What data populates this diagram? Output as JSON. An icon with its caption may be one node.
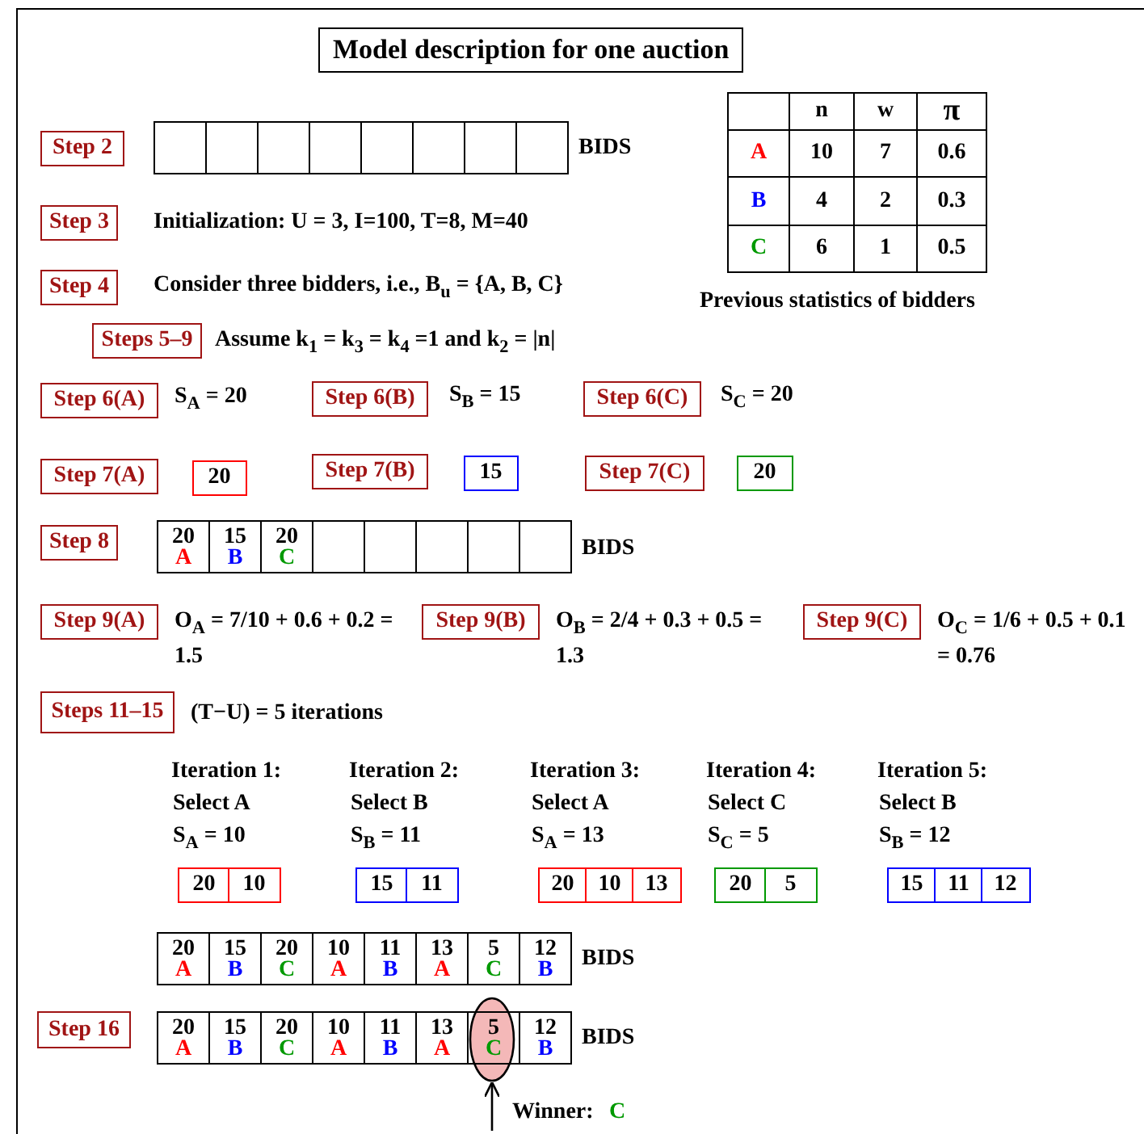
{
  "diagram": {
    "title": "Model description for one auction",
    "nodes": [
      {
        "text": [
          "Step 2"
        ]
      },
      {
        "text": [],
        "shape": "box"
      },
      {
        "text": [],
        "shape": "box"
      },
      {
        "text": [],
        "shape": "box"
      },
      {
        "text": [],
        "shape": "box"
      },
      {
        "text": [],
        "shape": "box"
      },
      {
        "text": [],
        "shape": "box"
      },
      {
        "text": [],
        "shape": "box"
      },
      {
        "text": [],
        "shape": "box"
      },
      {
        "text": [
          "Step 3"
        ],
        "beside": [
          "Initialization: U = 3, I=100, T=8, M=40"
        ]
      },
      {
        "text": [
          "Step 4"
        ],
        "beside": [
          "Consider three bidders, i.e., B$_{u}$ = {A, B, C}"
        ]
      },
      {
        "text": [
          "Steps 5–9"
        ],
        "beside": [
          "Assume k$_{1}$ = k$_{3}$ = k$_{4}$ =1 and k$_{2}$ = |n|"
        ]
      },
      {
        "text": [
          "Step 6(A)"
        ],
        "beside": [
          "S$_{A}$ = 20"
        ]
      },
      {
        "text": [
          "Step 6(B)"
        ],
        "beside": [
          "S$_{B}$ = 15"
        ]
      },
      {
        "text": [
          "Step 6(C)"
        ],
        "beside": [
          "S$_{C}$ = 20"
        ]
      },
      {
        "text": [
          "Step 7(A)"
        ]
      },
      {
        "text": [
          "20"
        ]
      },
      {
        "text": [
          "Step 7(B)"
        ]
      },
      {
        "text": [
          "15"
        ]
      },
      {
        "text": [
          "Step 7(C)"
        ]
      },
      {
        "text": [
          "20"
        ]
      },
      {
        "text": [
          "Step 8"
        ]
      },
      {
        "text": [
          "20",
          "A"
        ]
      },
      {
        "text": [
          "15",
          "B"
        ]
      },
      {
        "text": [
          "20",
          "C"
        ]
      },
      {
        "text": [],
        "shape": "box"
      },
      {
        "text": [],
        "shape": "box"
      },
      {
        "text": [],
        "shape": "box"
      },
      {
        "text": [],
        "shape": "box"
      },
      {
        "text": [],
        "shape": "box"
      },
      {
        "text": [
          "Step 9(A)"
        ],
        "beside": [
          "O$_{A}$ = 7/10 + 0.6 + 0.2 = 1.5"
        ]
      },
      {
        "text": [
          "Step 9(B)"
        ],
        "beside": [
          "O$_{B}$ = 2/4 + 0.3 + 0.5 = 1.3"
        ]
      },
      {
        "text": [
          "Step 9(C)"
        ],
        "beside": [
          "O$_{C}$ = 1/6 + 0.5 + 0.1 = 0.76"
        ]
      },
      {
        "text": [
          "Steps 11–15"
        ],
        "beside": [
          "(T−U) = 5 iterations"
        ]
      },
      {
        "text": [
          "20"
        ]
      },
      {
        "text": [
          "10"
        ]
      },
      {
        "text": [
          "15"
        ]
      },
      {
        "text": [
          "11"
        ]
      },
      {
        "text": [
          "20"
        ]
      },
      {
        "text": [
          "10"
        ]
      },
      {
        "text": [
          "13"
        ]
      },
      {
        "text": [
          "20"
        ]
      },
      {
        "text": [
          "5"
        ]
      },
      {
        "text": [
          "15"
        ]
      },
      {
        "text": [
          "11"
        ]
      },
      {
        "text": [
          "12"
        ]
      },
      {
        "text": [
          "20",
          "A"
        ]
      },
      {
        "text": [
          "15",
          "B"
        ]
      },
      {
        "text": [
          "20",
          "C"
        ]
      },
      {
        "text": [
          "10",
          "A"
        ]
      },
      {
        "text": [
          "11",
          "B"
        ]
      },
      {
        "text": [
          "13",
          "A"
        ]
      },
      {
        "text": [
          "5",
          "C"
        ]
      },
      {
        "text": [
          "12",
          "B"
        ]
      },
      {
        "text": [
          "Step 16"
        ]
      },
      {
        "text": [
          "20",
          "A"
        ]
      },
      {
        "text": [
          "15",
          "B"
        ]
      },
      {
        "text": [
          "20",
          "C"
        ]
      },
      {
        "text": [
          "10",
          "A"
        ]
      },
      {
        "text": [
          "11",
          "B"
        ]
      },
      {
        "text": [
          "13",
          "A"
        ]
      },
      {
        "text": [
          "5",
          "C"
        ]
      },
      {
        "text": [
          "12",
          "B"
        ]
      },
      {
        "text": [],
        "shape": "ellipse"
      }
    ],
    "edges": [
      {
        "from": null,
        "to": 63,
        "arrow": "to"
      }
    ],
    "labels": [
      "BIDS",
      "n",
      "w",
      "π",
      "A",
      "10",
      "7",
      "0.6",
      "B",
      "4",
      "2",
      "0.3",
      "C",
      "6",
      "1",
      "0.5",
      "Previous statistics of bidders",
      "BIDS",
      "Iteration 1:",
      "Iteration 2:",
      "Iteration 3:",
      "Iteration 4:",
      "Iteration 5:",
      "Select A",
      "Select B",
      "Select A",
      "Select C",
      "Select B",
      "S$_{A}$ = 10",
      "S$_{B}$ = 11",
      "S$_{A}$ = 13",
      "S$_{C}$ = 5",
      "S$_{B}$ = 12",
      "BIDS",
      "BIDS",
      "Winner:",
      "C"
    ]
  }
}
